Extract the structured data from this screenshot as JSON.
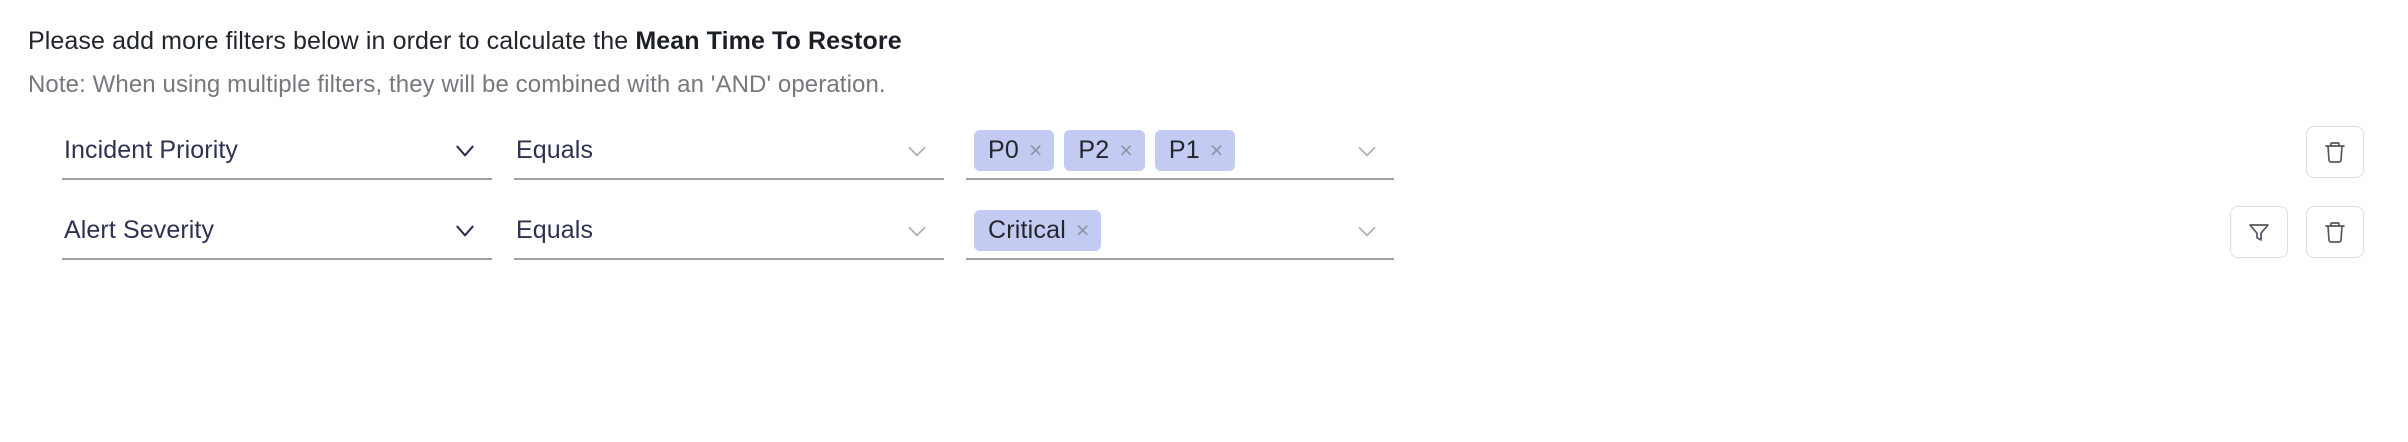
{
  "heading": {
    "prefix": "Please add more filters below in order to calculate the ",
    "metric": "Mean Time To Restore"
  },
  "note": "Note: When using multiple filters, they will be combined with an 'AND' operation.",
  "colors": {
    "chip_background": "#c3cbf2",
    "field_text": "#2d3250",
    "note_text": "#76787d",
    "field_underline": "#9ea0a6",
    "button_border": "#dcdde1"
  },
  "filters": [
    {
      "field": "Incident Priority",
      "operator": "Equals",
      "values": [
        "P0",
        "P2",
        "P1"
      ],
      "remove_label": "×",
      "actions": [
        "delete-button"
      ]
    },
    {
      "field": "Alert Severity",
      "operator": "Equals",
      "values": [
        "Critical"
      ],
      "remove_label": "×",
      "actions": [
        "filter-button",
        "delete-button"
      ]
    }
  ]
}
